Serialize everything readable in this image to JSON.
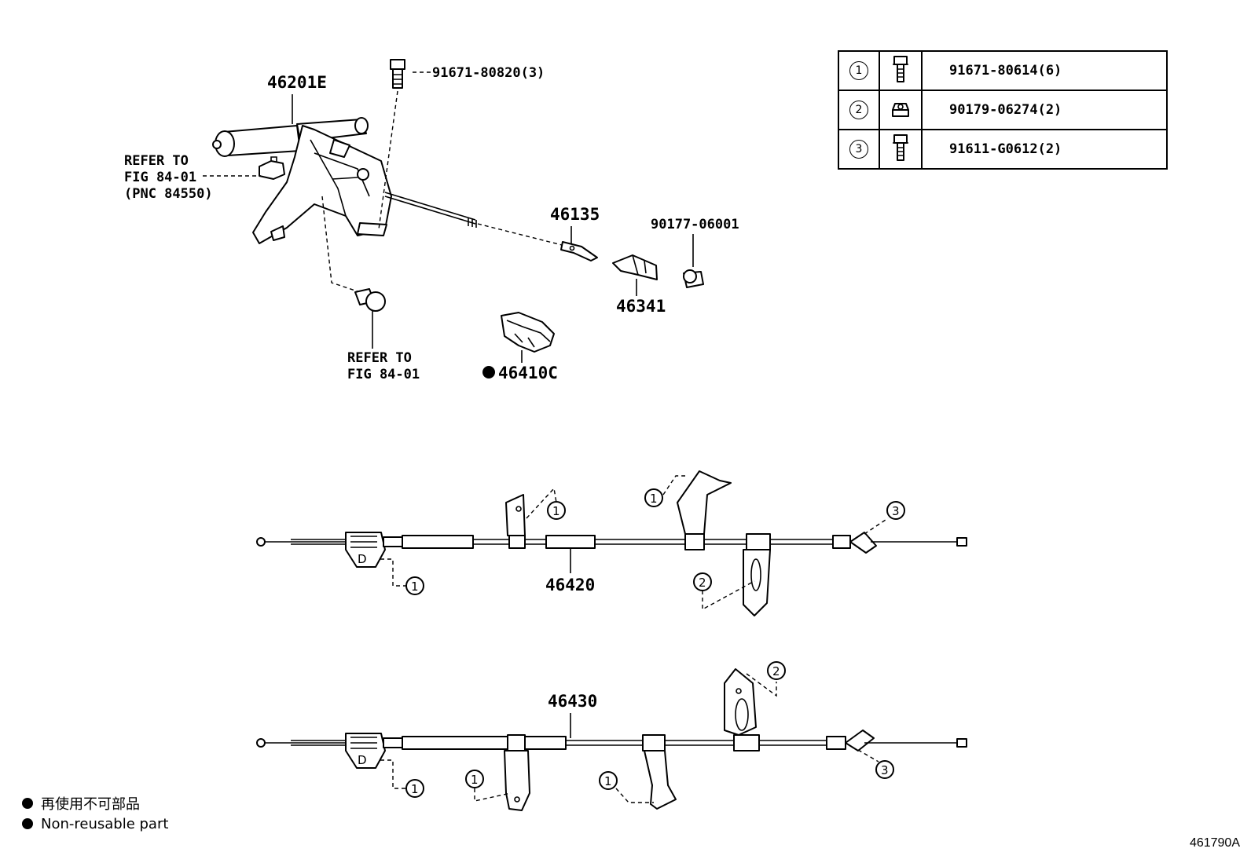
{
  "parts_table": [
    {
      "ref": "1",
      "icon": "bolt-icon",
      "part_no": "91671-80614(6)"
    },
    {
      "ref": "2",
      "icon": "nut-icon",
      "part_no": "90179-06274(2)"
    },
    {
      "ref": "3",
      "icon": "bolt-icon",
      "part_no": "91611-G0612(2)"
    }
  ],
  "labels": {
    "lever_assembly": "46201E",
    "bolt_top": "91671-80820(3)",
    "refer_top_1": "REFER TO",
    "refer_top_2": "FIG 84-01",
    "refer_top_3": "(PNC 84550)",
    "refer_bottom_1": "REFER TO",
    "refer_bottom_2": "FIG 84-01",
    "part_46135": "46135",
    "part_90177": "90177-06001",
    "part_46341": "46341",
    "part_46410c": "46410C",
    "cable_mid": "46420",
    "cable_low": "46430"
  },
  "callouts": {
    "mid_top_left": "1",
    "mid_top_right": "1",
    "mid_right_end": "3",
    "mid_bottom_left": "1",
    "mid_bottom_right": "2",
    "low_top_right": "2",
    "low_bottom_left": "1",
    "low_bottom_mid": "1",
    "low_bottom_left_end": "1",
    "low_right_end": "3"
  },
  "legend": {
    "jp": "再使用不可部品",
    "en": "Non-reusable part"
  },
  "drawing_code": "461790A"
}
